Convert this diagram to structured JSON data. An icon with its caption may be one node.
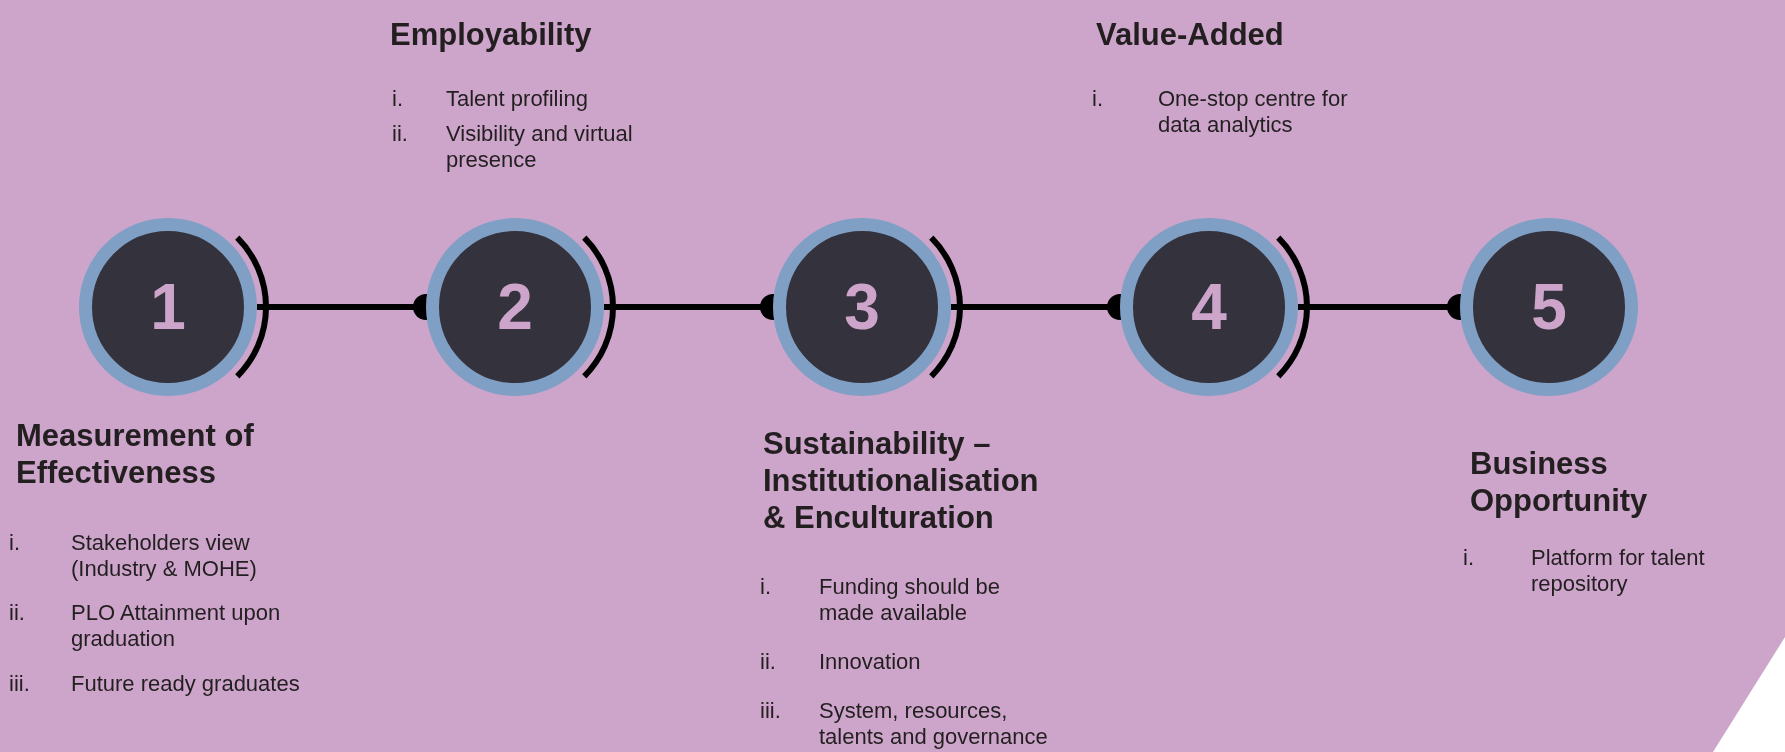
{
  "diagram": {
    "nodes": [
      {
        "text": [
          "1"
        ],
        "beside": [
          "Measurement of Effectiveness",
          "i.",
          "Stakeholders view (Industry & MOHE)",
          "ii.",
          "PLO Attainment upon graduation",
          "iii.",
          "Future ready graduates"
        ]
      },
      {
        "text": [
          "2"
        ],
        "beside": [
          "Employability",
          "i.",
          "Talent profiling",
          "ii.",
          "Visibility and virtual presence"
        ]
      },
      {
        "text": [
          "3"
        ],
        "beside": [
          "Sustainability – Institutionalisation & Enculturation",
          "i.",
          "Funding should be made available",
          "ii.",
          "Innovation",
          "iii.",
          "System, resources, talents  and governance"
        ]
      },
      {
        "text": [
          "4"
        ],
        "beside": [
          "Value-Added",
          "i.",
          "One-stop centre for data analytics"
        ]
      },
      {
        "text": [
          "5"
        ],
        "beside": [
          "Business Opportunity",
          "i.",
          "Platform for talent repository"
        ]
      }
    ],
    "edges": [
      {
        "from": 0,
        "to": 1,
        "arrow": "other"
      },
      {
        "from": 1,
        "to": 2,
        "arrow": "other"
      },
      {
        "from": 2,
        "to": 3,
        "arrow": "other"
      },
      {
        "from": 3,
        "to": 4,
        "arrow": "other"
      }
    ]
  }
}
